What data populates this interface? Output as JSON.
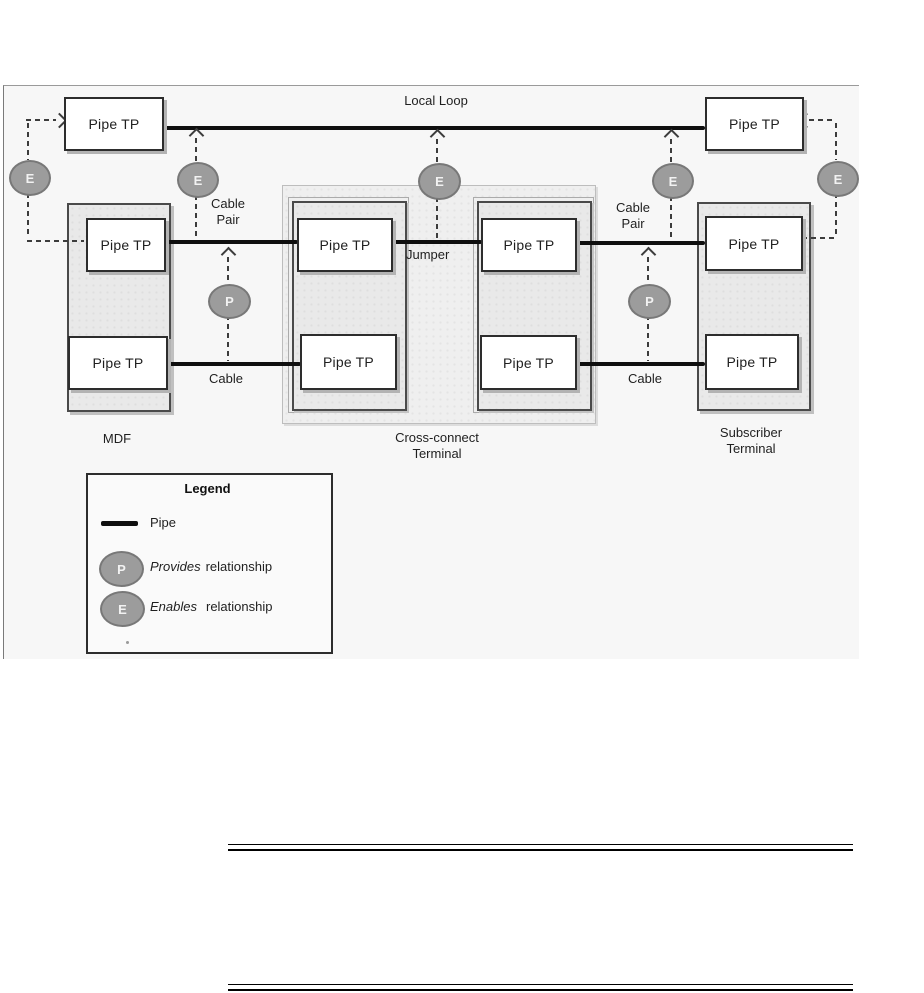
{
  "figure": {
    "node_label": "Pipe TP",
    "labels": {
      "local_loop": "Local Loop",
      "cable_pair_line1": "Cable",
      "cable_pair_line2": "Pair",
      "jumper": "Jumper",
      "cable": "Cable",
      "mdf": "MDF",
      "cross_connect_line1": "Cross-connect",
      "cross_connect_line2": "Terminal",
      "subscriber_line1": "Subscriber",
      "subscriber_line2": "Terminal"
    },
    "relationships": {
      "enables_letter": "E",
      "provides_letter": "P"
    }
  },
  "legend": {
    "title": "Legend",
    "pipe_label": "Pipe",
    "provides_term": "Provides",
    "provides_suffix": "relationship",
    "enables_term": "Enables",
    "enables_suffix": "relationship"
  },
  "colors": {
    "figure_background": "#f7f7f7",
    "pipe_line": "#0f0f0f",
    "relationship_ellipse_fill": "#9c9c9c",
    "container_fill": "#e9e9e9",
    "node_fill": "#ffffff"
  }
}
